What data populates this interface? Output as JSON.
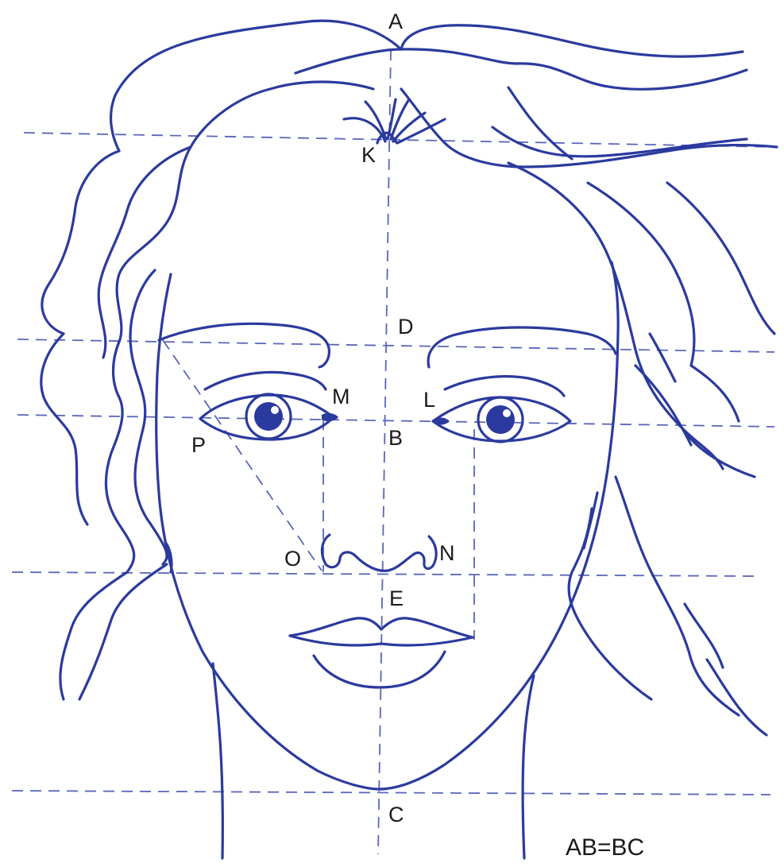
{
  "points": {
    "A": "A",
    "K": "K",
    "D": "D",
    "M": "M",
    "L": "L",
    "B": "B",
    "P": "P",
    "O": "O",
    "N": "N",
    "E": "E",
    "C": "C"
  },
  "note": "AB=BC",
  "colors": {
    "ink": "#2b3a9e",
    "guide": "#5a66b8"
  }
}
